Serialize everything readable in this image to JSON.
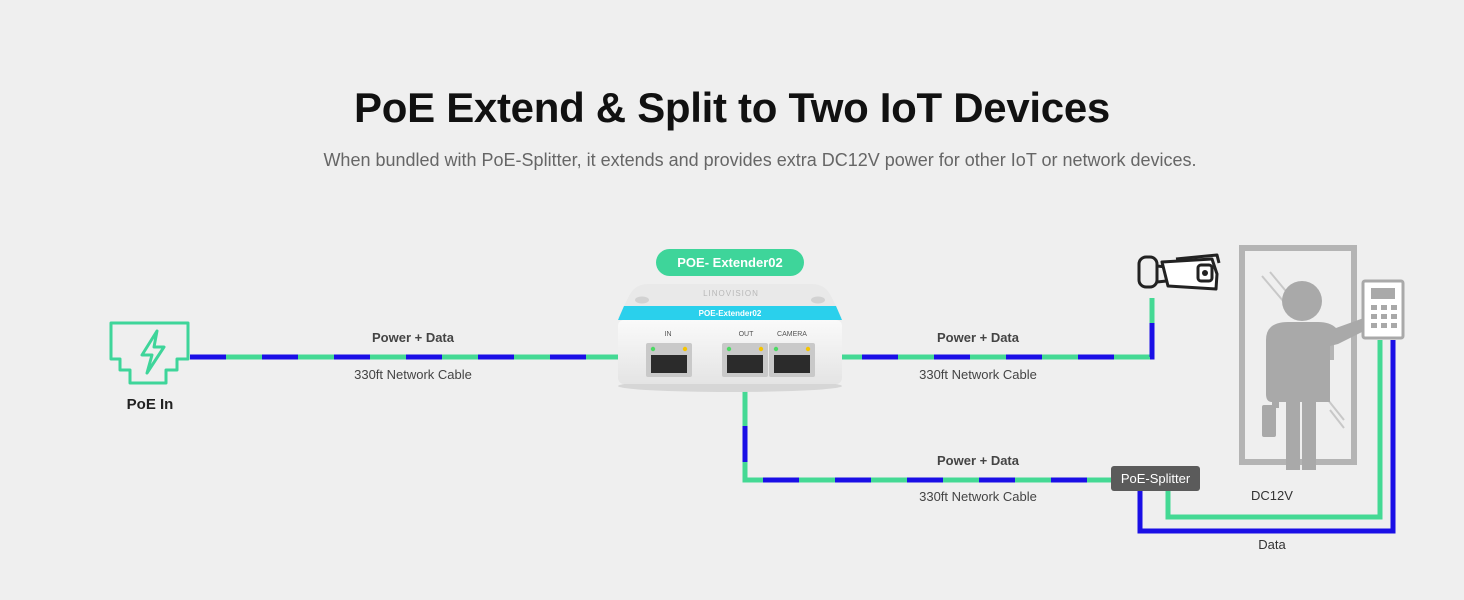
{
  "header": {
    "title": "PoE Extend & Split to Two IoT Devices",
    "subtitle": "When bundled with PoE-Splitter, it extends and provides extra DC12V power for other IoT or network devices."
  },
  "poe_in": {
    "label": "PoE In"
  },
  "extender": {
    "badge": "POE- Extender02",
    "brand": "LINOVISION",
    "face_label": "POE-Extender02",
    "ports": {
      "in": "IN",
      "out": "OUT",
      "camera": "CAMERA"
    }
  },
  "links": {
    "left": {
      "top": "Power + Data",
      "bottom": "330ft Network Cable"
    },
    "camera": {
      "top": "Power + Data",
      "bottom": "330ft Network Cable"
    },
    "splitter": {
      "top": "Power + Data",
      "bottom": "330ft Network Cable"
    }
  },
  "splitter": {
    "label": "PoE-Splitter"
  },
  "access": {
    "power_label": "DC12V",
    "data_label": "Data"
  },
  "colors": {
    "cable_blue": "#1a0fe6",
    "cable_green": "#44d994",
    "badge_green": "#3ed59a",
    "device_cyan": "#2ad0ec",
    "figure_gray": "#a9a9a9",
    "splitter_bg": "#5b5b5b"
  },
  "icons": {
    "poe_in": "lightning-port-icon",
    "camera": "bullet-camera-icon",
    "person": "person-icon",
    "keypad": "keypad-icon",
    "door": "door-icon"
  }
}
